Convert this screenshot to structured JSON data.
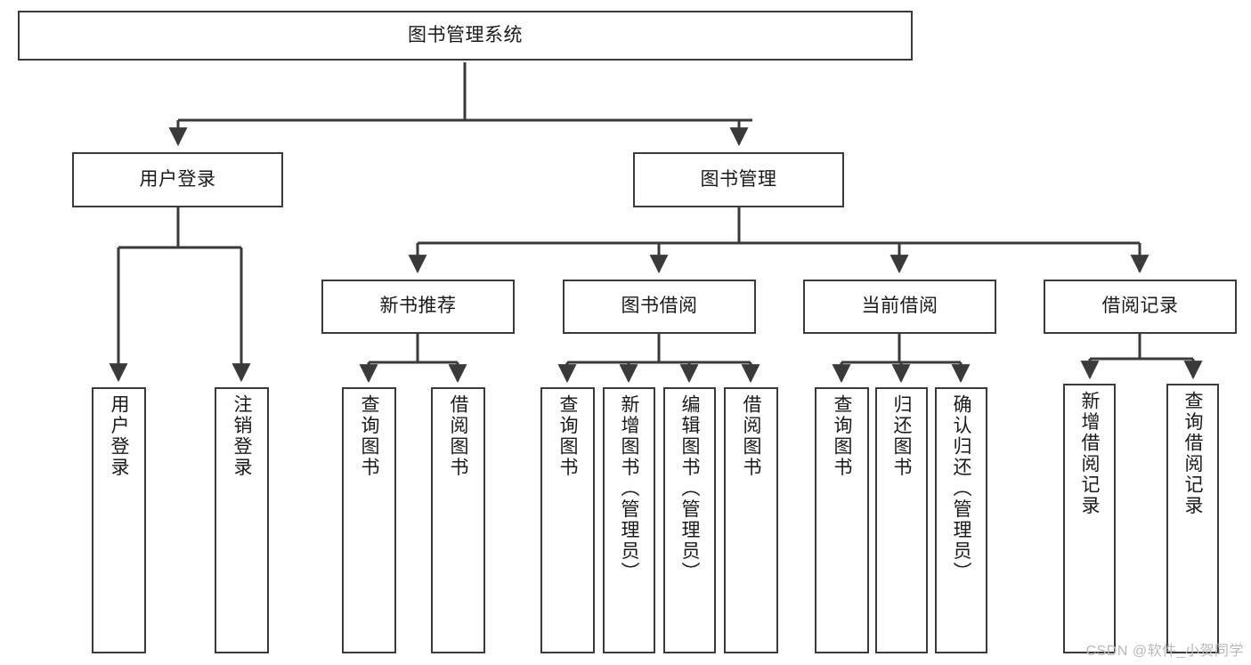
{
  "diagram": {
    "title": "图书管理系统",
    "type": "hierarchical-tree",
    "root": {
      "id": "root",
      "label": "图书管理系统"
    },
    "level2": [
      {
        "id": "user-login",
        "label": "用户登录"
      },
      {
        "id": "book-manage",
        "label": "图书管理"
      }
    ],
    "level3": [
      {
        "id": "new-book-recommend",
        "label": "新书推荐",
        "parent": "book-manage"
      },
      {
        "id": "book-borrow",
        "label": "图书借阅",
        "parent": "book-manage"
      },
      {
        "id": "current-borrow",
        "label": "当前借阅",
        "parent": "book-manage"
      },
      {
        "id": "borrow-record",
        "label": "借阅记录",
        "parent": "book-manage"
      }
    ],
    "leaves": [
      {
        "id": "leaf-user-login",
        "label": "用户登录",
        "parent": "user-login"
      },
      {
        "id": "leaf-user-logout",
        "label": "注销登录",
        "parent": "user-login"
      },
      {
        "id": "leaf-query-book-1",
        "label": "查询图书",
        "parent": "new-book-recommend"
      },
      {
        "id": "leaf-borrow-book-1",
        "label": "借阅图书",
        "parent": "new-book-recommend"
      },
      {
        "id": "leaf-query-book-2",
        "label": "查询图书",
        "parent": "book-borrow"
      },
      {
        "id": "leaf-add-book",
        "label": "新增图书（管理员）",
        "parent": "book-borrow"
      },
      {
        "id": "leaf-edit-book",
        "label": "编辑图书（管理员）",
        "parent": "book-borrow"
      },
      {
        "id": "leaf-borrow-book-2",
        "label": "借阅图书",
        "parent": "book-borrow"
      },
      {
        "id": "leaf-query-book-3",
        "label": "查询图书",
        "parent": "current-borrow"
      },
      {
        "id": "leaf-return-book",
        "label": "归还图书",
        "parent": "current-borrow"
      },
      {
        "id": "leaf-confirm-return",
        "label": "确认归还（管理员）",
        "parent": "current-borrow"
      },
      {
        "id": "leaf-add-record",
        "label": "新增借阅记录",
        "parent": "borrow-record"
      },
      {
        "id": "leaf-query-record",
        "label": "查询借阅记录",
        "parent": "borrow-record"
      }
    ],
    "watermark": "CSDN @软件_小贺同学",
    "colors": {
      "stroke": "#3a3a3a",
      "fill": "#ffffff",
      "text": "#1a1a1a",
      "watermark": "#b9b9b9"
    }
  }
}
